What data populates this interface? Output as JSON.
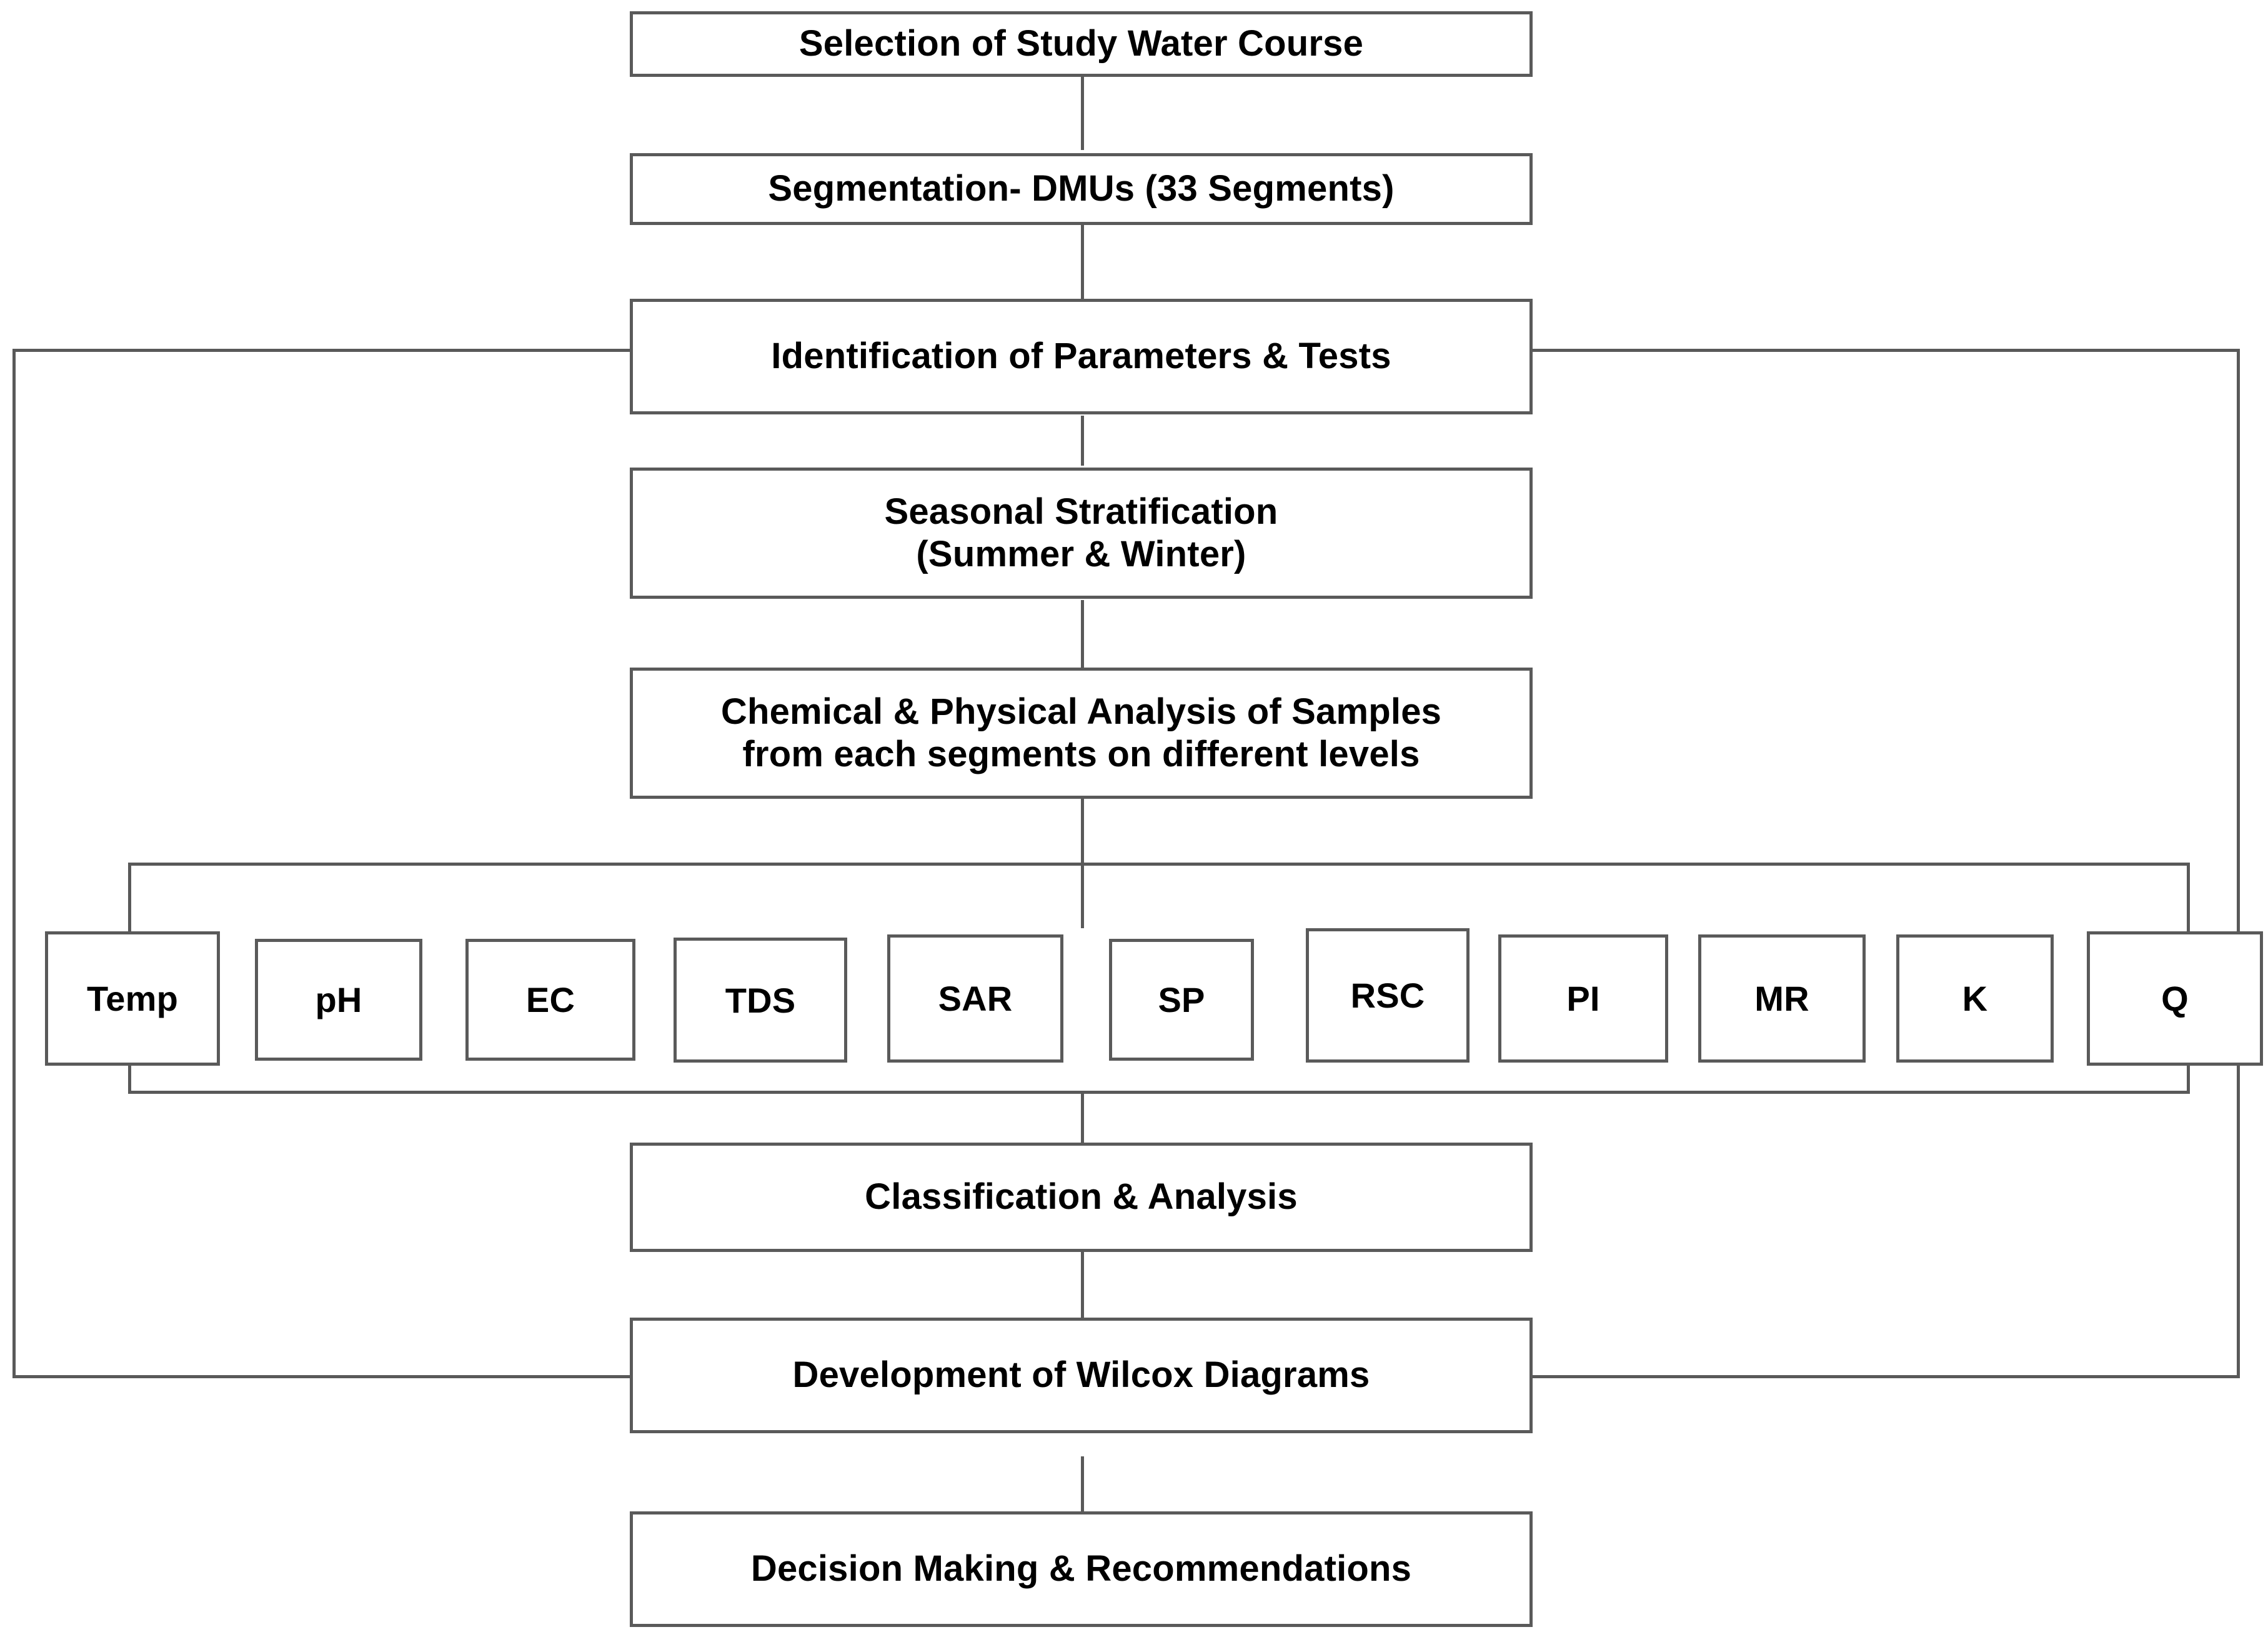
{
  "diagram": {
    "title": "Water Course Quality Assessment Methodology Flowchart",
    "type": "flowchart",
    "line_color": "#595959",
    "box_border_color": "#5a5a5a",
    "background_color": "#ffffff",
    "steps": [
      {
        "id": "step-1",
        "label": "Selection of Study Water Course"
      },
      {
        "id": "step-2",
        "label": "Segmentation- DMUs (33 Segments)"
      },
      {
        "id": "step-3",
        "label": "Identification of Parameters & Tests"
      },
      {
        "id": "step-4",
        "line1": "Seasonal Stratification",
        "line2": "(Summer & Winter)"
      },
      {
        "id": "step-5",
        "line1": "Chemical & Physical Analysis of Samples",
        "line2": "from each segments on different levels"
      },
      {
        "id": "step-6",
        "label": "Classification & Analysis"
      },
      {
        "id": "step-7",
        "label": "Development of Wilcox Diagrams"
      },
      {
        "id": "step-8",
        "label": "Decision Making & Recommendations"
      }
    ],
    "parameters": [
      {
        "id": "param-temp",
        "label": "Temp"
      },
      {
        "id": "param-ph",
        "label": "pH"
      },
      {
        "id": "param-ec",
        "label": "EC"
      },
      {
        "id": "param-tds",
        "label": "TDS"
      },
      {
        "id": "param-sar",
        "label": "SAR"
      },
      {
        "id": "param-sp",
        "label": "SP"
      },
      {
        "id": "param-rsc",
        "label": "RSC"
      },
      {
        "id": "param-pi",
        "label": "PI"
      },
      {
        "id": "param-mr",
        "label": "MR"
      },
      {
        "id": "param-k",
        "label": "K"
      },
      {
        "id": "param-q",
        "label": "Q"
      }
    ]
  }
}
